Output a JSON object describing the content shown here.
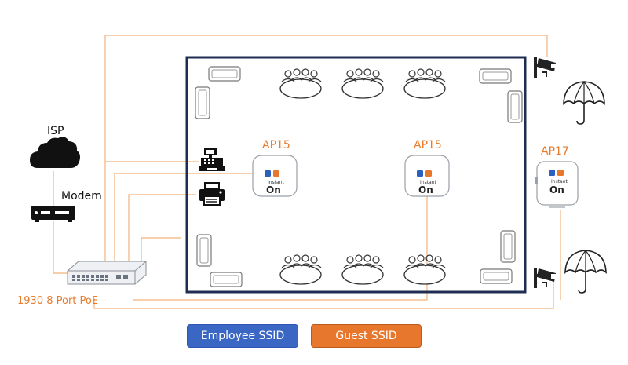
{
  "labels": {
    "isp": "ISP",
    "modem": "Modem",
    "switch": "1930 8 Port PoE"
  },
  "access_points": [
    {
      "label": "AP15",
      "brand_top": "Instant",
      "brand_logo": "On"
    },
    {
      "label": "AP15",
      "brand_top": "Instant",
      "brand_logo": "On"
    },
    {
      "label": "AP17",
      "brand_top": "Instant",
      "brand_logo": "On"
    }
  ],
  "legend": {
    "employee": "Employee SSID",
    "guest": "Guest SSID"
  },
  "colors": {
    "accent_orange": "#e87b2c",
    "cable_orange": "#f2b27c",
    "employee_blue": "#3a66c4",
    "guest_orange": "#e8772e",
    "room_border": "#1f2d52",
    "ap_blue": "#2b5fc0",
    "ap_orange": "#e8772e"
  },
  "icons": [
    "cloud-icon",
    "modem-icon",
    "switch-icon",
    "cash-register-icon",
    "printer-icon",
    "security-camera-icon",
    "umbrella-icon",
    "meeting-table-icon",
    "sofa-icon",
    "access-point-icon"
  ]
}
